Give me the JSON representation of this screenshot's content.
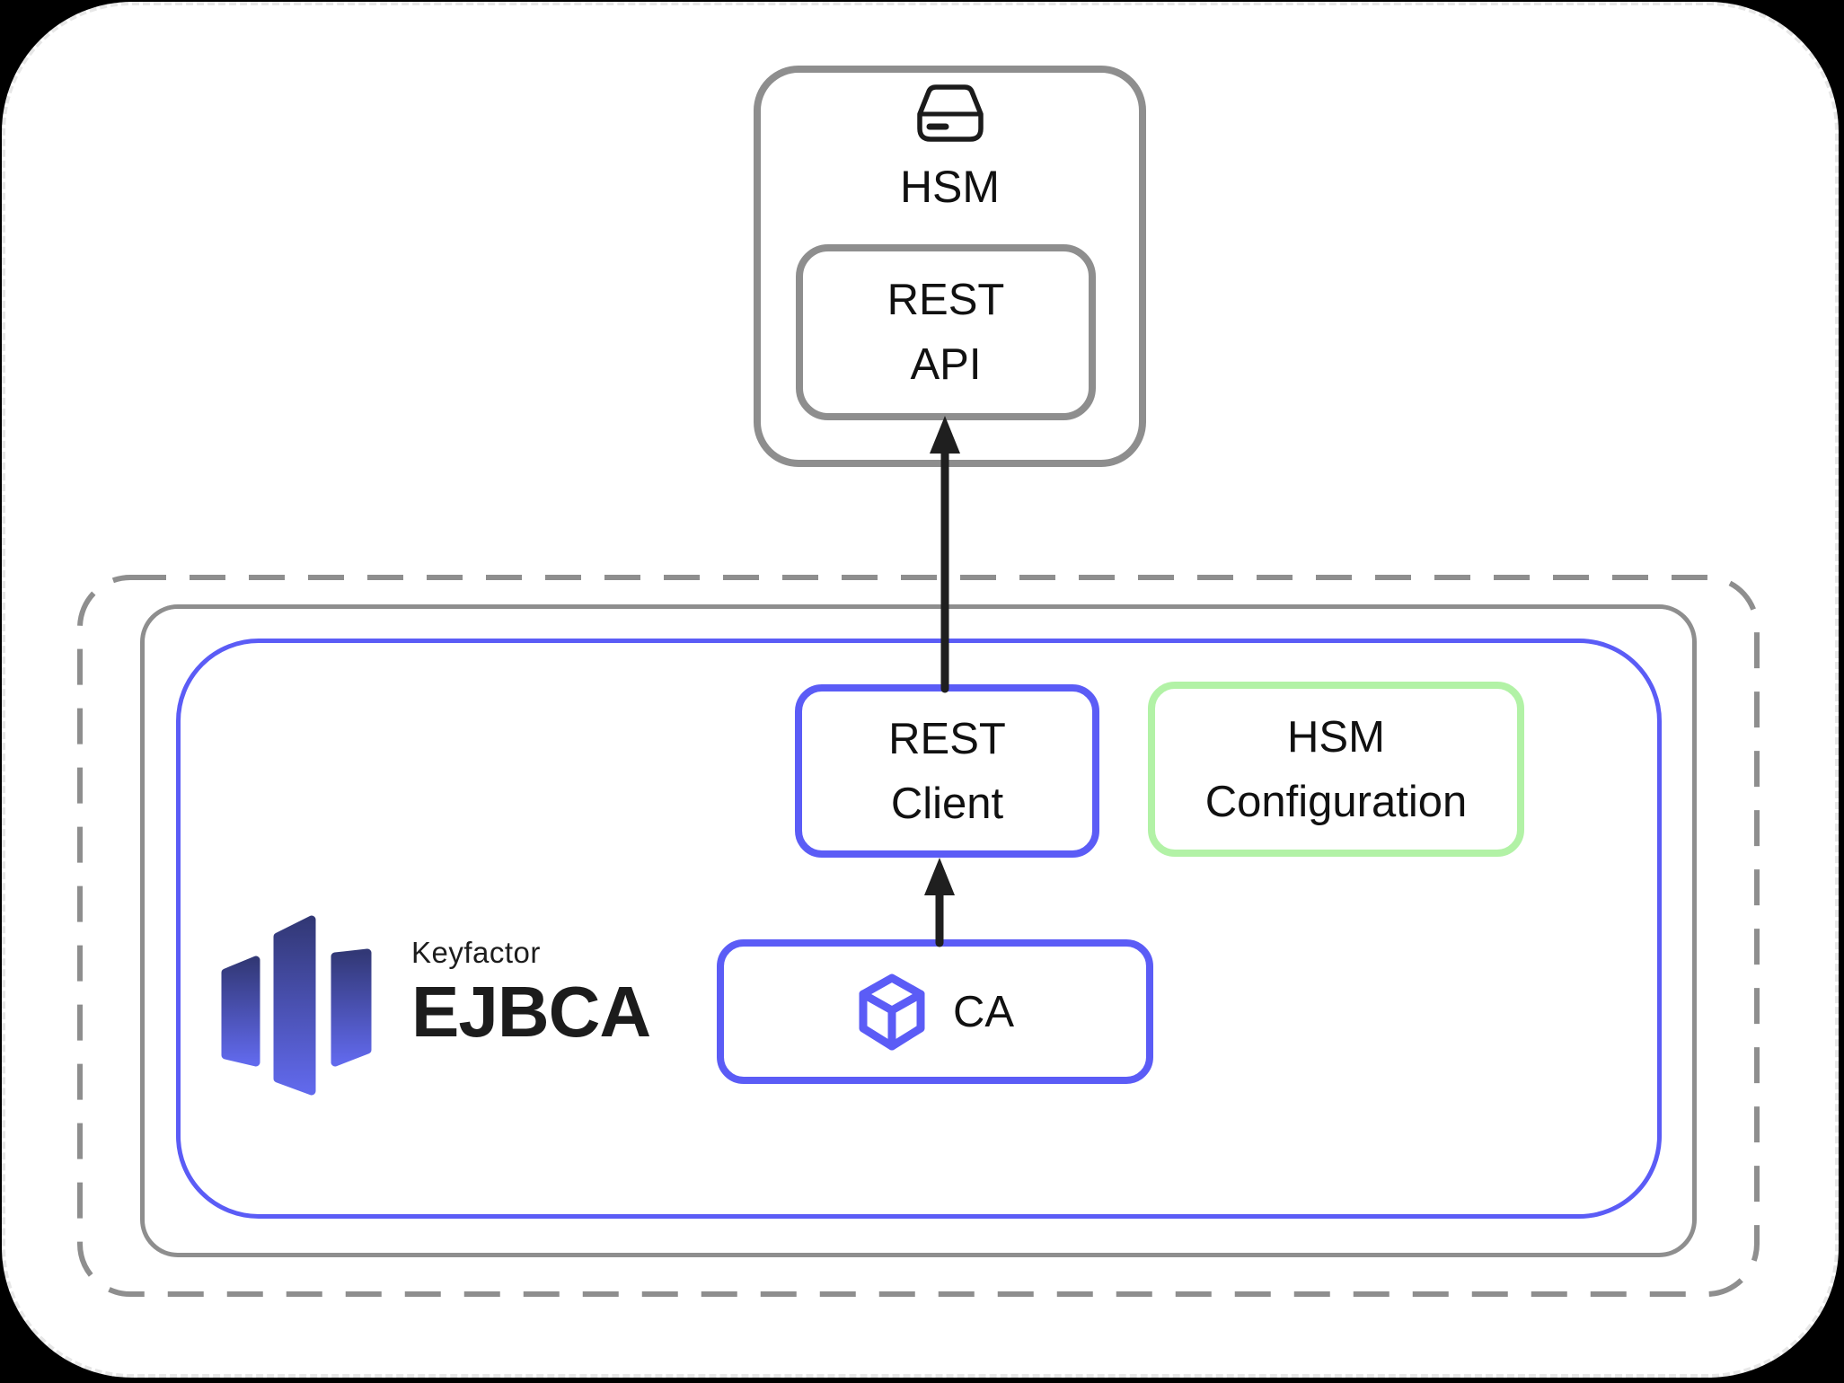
{
  "diagram": {
    "hsm_group": {
      "label": "HSM",
      "icon": "external-drive-icon",
      "rest_api": {
        "line1": "REST",
        "line2": "API"
      }
    },
    "ejbca_group": {
      "rest_client": {
        "line1": "REST",
        "line2": "Client"
      },
      "hsm_configuration": {
        "line1": "HSM",
        "line2": "Configuration"
      },
      "ca": {
        "label": "CA",
        "icon": "cube-icon"
      },
      "logo": {
        "brand": "Keyfactor",
        "product": "EJBCA"
      }
    },
    "arrows": [
      {
        "from": "rest-client",
        "to": "rest-api",
        "direction": "up"
      },
      {
        "from": "ca",
        "to": "rest-client",
        "direction": "up"
      }
    ],
    "colors": {
      "gray_border": "#8e8e8e",
      "blue_border": "#5b5cf6",
      "green_border": "#b2f2a6",
      "arrow": "#1f1f1f",
      "text": "#111111",
      "logo_gradient_top": "#323876",
      "logo_gradient_bottom": "#6169ec",
      "page_edge": "#e7e7e7",
      "background": "#000000"
    }
  }
}
